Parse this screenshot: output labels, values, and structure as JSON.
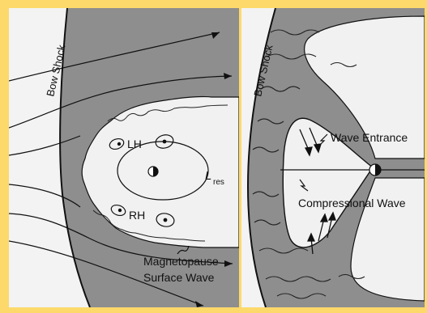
{
  "left_panel": {
    "bow_shock_label": "Bow Shock",
    "lh_label": "LH",
    "rh_label": "RH",
    "lres_label": "L",
    "lres_subscript": "res",
    "magnetopause_label_line1": "Magnetopause",
    "magnetopause_label_line2": "Surface Wave"
  },
  "right_panel": {
    "bow_shock_label": "Bow Shock",
    "wave_entrance_label": "Wave Entrance",
    "compressional_wave_label": "Compressional Wave"
  },
  "colors": {
    "background_frame": "#fcd96a",
    "magnetosheath": "#8e8e8e",
    "magnetosphere": "#f1f1f1",
    "outside": "#f3f3f3",
    "ink": "#111111"
  }
}
